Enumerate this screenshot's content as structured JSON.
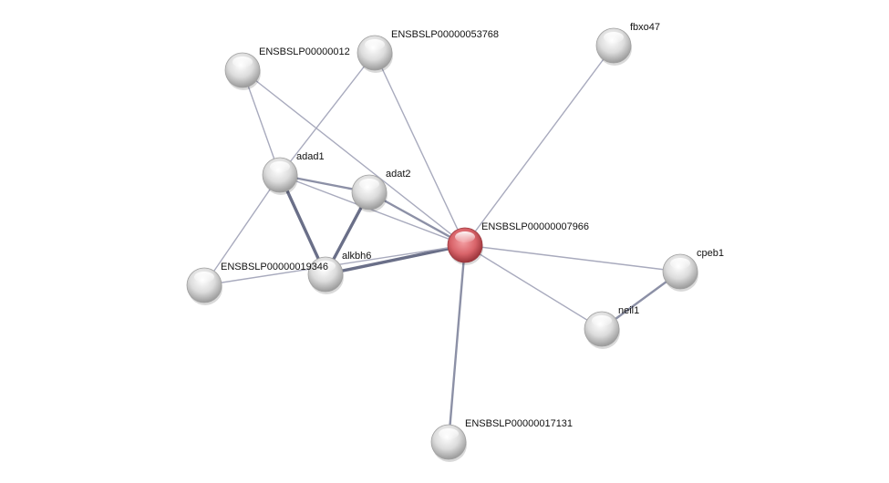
{
  "colors": {
    "node": "#d8d8d8",
    "query_node": "#d9646a",
    "edge": "#a8aabd",
    "edge_strong": "#6a6f88"
  },
  "nodes": [
    {
      "id": "n012",
      "label": "ENSBSLP00000012",
      "query": false
    },
    {
      "id": "n53768",
      "label": "ENSBSLP00000053768",
      "query": false
    },
    {
      "id": "fbxo47",
      "label": "fbxo47",
      "query": false
    },
    {
      "id": "adad1",
      "label": "adad1",
      "query": false
    },
    {
      "id": "adat2",
      "label": "adat2",
      "query": false
    },
    {
      "id": "n7966",
      "label": "ENSBSLP00000007966",
      "query": true
    },
    {
      "id": "alkbh6",
      "label": "alkbh6",
      "query": false
    },
    {
      "id": "n19346",
      "label": "ENSBSLP00000019346",
      "query": false
    },
    {
      "id": "cpeb1",
      "label": "cpeb1",
      "query": false
    },
    {
      "id": "neil1",
      "label": "neil1",
      "query": false
    },
    {
      "id": "n17131",
      "label": "ENSBSLP00000017131",
      "query": false
    }
  ],
  "edges": [
    {
      "a": "n012",
      "b": "adad1",
      "strength": 1
    },
    {
      "a": "n012",
      "b": "n7966",
      "strength": 1
    },
    {
      "a": "n53768",
      "b": "adad1",
      "strength": 1
    },
    {
      "a": "n53768",
      "b": "n7966",
      "strength": 1
    },
    {
      "a": "fbxo47",
      "b": "n7966",
      "strength": 1
    },
    {
      "a": "adad1",
      "b": "adat2",
      "strength": 2
    },
    {
      "a": "adad1",
      "b": "n7966",
      "strength": 1
    },
    {
      "a": "adad1",
      "b": "alkbh6",
      "strength": 3
    },
    {
      "a": "adad1",
      "b": "n19346",
      "strength": 1
    },
    {
      "a": "adat2",
      "b": "alkbh6",
      "strength": 3
    },
    {
      "a": "adat2",
      "b": "n7966",
      "strength": 2
    },
    {
      "a": "alkbh6",
      "b": "n7966",
      "strength": 3
    },
    {
      "a": "n19346",
      "b": "n7966",
      "strength": 1
    },
    {
      "a": "n7966",
      "b": "cpeb1",
      "strength": 1
    },
    {
      "a": "n7966",
      "b": "neil1",
      "strength": 1
    },
    {
      "a": "neil1",
      "b": "cpeb1",
      "strength": 2
    },
    {
      "a": "n7966",
      "b": "n17131",
      "strength": 2
    }
  ]
}
